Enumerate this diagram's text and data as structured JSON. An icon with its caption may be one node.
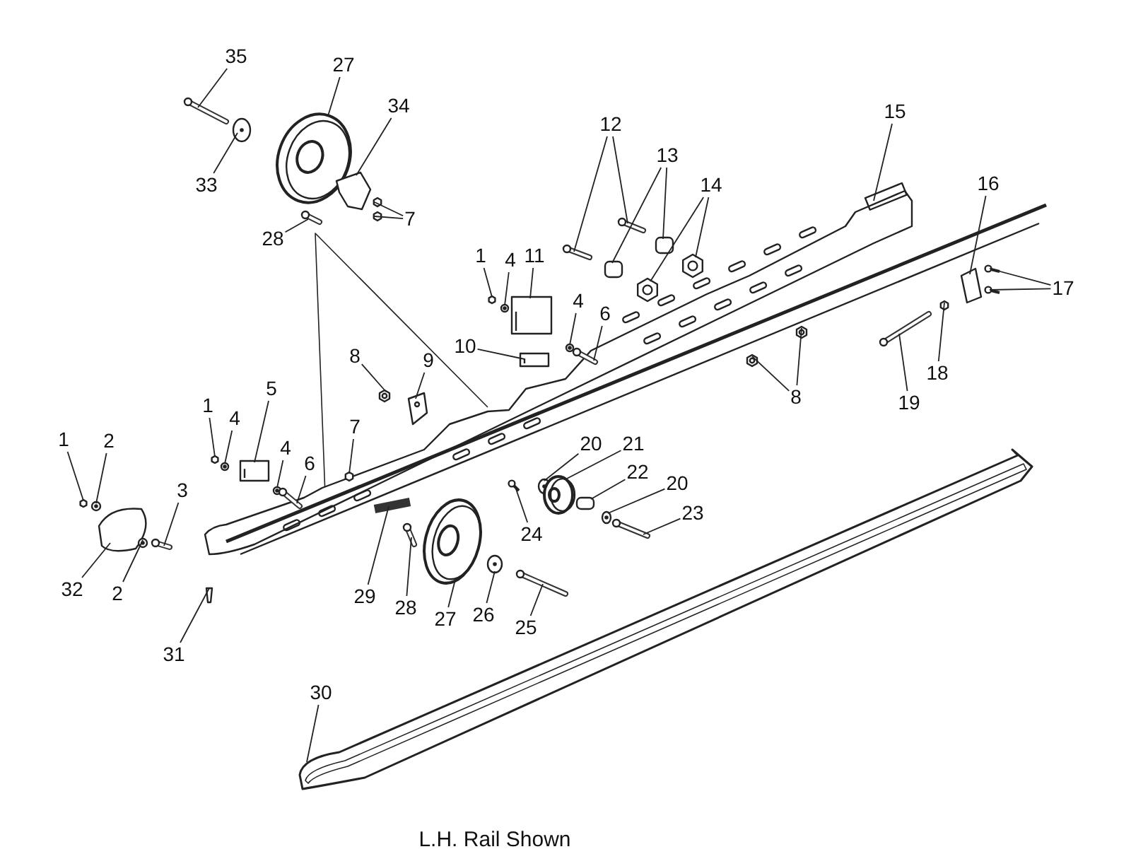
{
  "diagram": {
    "caption": "L.H. Rail Shown",
    "nodes": [
      {
        "text": [
          "35"
        ]
      },
      {
        "text": [
          "27"
        ]
      },
      {
        "text": [
          "34"
        ]
      },
      {
        "text": [
          "33"
        ]
      },
      {
        "text": [
          "28"
        ]
      },
      {
        "text": [
          "7"
        ]
      },
      {
        "text": [
          "12"
        ]
      },
      {
        "text": [
          "13"
        ]
      },
      {
        "text": [
          "14"
        ]
      },
      {
        "text": [
          "15"
        ]
      },
      {
        "text": [
          "16"
        ]
      },
      {
        "text": [
          "17"
        ]
      },
      {
        "text": [
          "1"
        ]
      },
      {
        "text": [
          "4"
        ]
      },
      {
        "text": [
          "11"
        ]
      },
      {
        "text": [
          "4"
        ]
      },
      {
        "text": [
          "6"
        ]
      },
      {
        "text": [
          "10"
        ]
      },
      {
        "text": [
          "8"
        ]
      },
      {
        "text": [
          "9"
        ]
      },
      {
        "text": [
          "8"
        ]
      },
      {
        "text": [
          "19"
        ]
      },
      {
        "text": [
          "18"
        ]
      },
      {
        "text": [
          "1"
        ]
      },
      {
        "text": [
          "4"
        ]
      },
      {
        "text": [
          "5"
        ]
      },
      {
        "text": [
          "4"
        ]
      },
      {
        "text": [
          "6"
        ]
      },
      {
        "text": [
          "7"
        ]
      },
      {
        "text": [
          "1"
        ]
      },
      {
        "text": [
          "2"
        ]
      },
      {
        "text": [
          "3"
        ]
      },
      {
        "text": [
          "32"
        ]
      },
      {
        "text": [
          "2"
        ]
      },
      {
        "text": [
          "31"
        ]
      },
      {
        "text": [
          "20"
        ]
      },
      {
        "text": [
          "21"
        ]
      },
      {
        "text": [
          "22"
        ]
      },
      {
        "text": [
          "20"
        ]
      },
      {
        "text": [
          "23"
        ]
      },
      {
        "text": [
          "24"
        ]
      },
      {
        "text": [
          "29"
        ]
      },
      {
        "text": [
          "28"
        ]
      },
      {
        "text": [
          "27"
        ]
      },
      {
        "text": [
          "26"
        ]
      },
      {
        "text": [
          "25"
        ]
      },
      {
        "text": [
          "30"
        ]
      },
      {
        "text": [],
        "shape": "bolt"
      },
      {
        "text": [],
        "shape": "wheel"
      },
      {
        "text": [],
        "shape": "bracket"
      },
      {
        "text": [],
        "shape": "washer"
      },
      {
        "text": [],
        "shape": "bolt"
      },
      {
        "text": [],
        "shape": "nut"
      },
      {
        "text": [],
        "shape": "nut"
      },
      {
        "text": [],
        "shape": "bolt"
      },
      {
        "text": [],
        "shape": "bolt"
      },
      {
        "text": [],
        "shape": "spacer"
      },
      {
        "text": [],
        "shape": "spacer"
      },
      {
        "text": [],
        "shape": "nut"
      },
      {
        "text": [],
        "shape": "nut"
      },
      {
        "text": [],
        "shape": "rail"
      },
      {
        "text": [],
        "shape": "bracket"
      },
      {
        "text": [],
        "shape": "screw"
      },
      {
        "text": [],
        "shape": "screw"
      },
      {
        "text": [],
        "shape": "nut"
      },
      {
        "text": [],
        "shape": "washer"
      },
      {
        "text": [],
        "shape": "block"
      },
      {
        "text": [],
        "shape": "washer"
      },
      {
        "text": [],
        "shape": "bolt"
      },
      {
        "text": [],
        "shape": "block"
      },
      {
        "text": [],
        "shape": "nut"
      },
      {
        "text": [],
        "shape": "plate"
      },
      {
        "text": [],
        "shape": "nut"
      },
      {
        "text": [],
        "shape": "nut"
      },
      {
        "text": [],
        "shape": "bolt"
      },
      {
        "text": [],
        "shape": "nut"
      },
      {
        "text": [],
        "shape": "nut"
      },
      {
        "text": [],
        "shape": "washer"
      },
      {
        "text": [],
        "shape": "block"
      },
      {
        "text": [],
        "shape": "washer"
      },
      {
        "text": [],
        "shape": "bolt"
      },
      {
        "text": [],
        "shape": "nut"
      },
      {
        "text": [],
        "shape": "nut"
      },
      {
        "text": [],
        "shape": "washer"
      },
      {
        "text": [],
        "shape": "bolt"
      },
      {
        "text": [],
        "shape": "bumper"
      },
      {
        "text": [],
        "shape": "washer"
      },
      {
        "text": [],
        "shape": "pin"
      },
      {
        "text": [],
        "shape": "washer"
      },
      {
        "text": [],
        "shape": "wheel"
      },
      {
        "text": [],
        "shape": "spacer"
      },
      {
        "text": [],
        "shape": "washer"
      },
      {
        "text": [],
        "shape": "bolt"
      },
      {
        "text": [],
        "shape": "screw"
      },
      {
        "text": [],
        "shape": "shaft"
      },
      {
        "text": [],
        "shape": "bolt"
      },
      {
        "text": [],
        "shape": "wheel"
      },
      {
        "text": [],
        "shape": "washer"
      },
      {
        "text": [],
        "shape": "bolt"
      },
      {
        "text": [],
        "shape": "strip"
      }
    ],
    "edges": [
      {
        "from": 0,
        "to": 47,
        "arrow": "none"
      },
      {
        "from": 1,
        "to": 48,
        "arrow": "none"
      },
      {
        "from": 2,
        "to": 49,
        "arrow": "none"
      },
      {
        "from": 3,
        "to": 50,
        "arrow": "none"
      },
      {
        "from": 4,
        "to": 51,
        "arrow": "none"
      },
      {
        "from": 5,
        "to": 52,
        "arrow": "none"
      },
      {
        "from": 5,
        "to": 53,
        "arrow": "none"
      },
      {
        "from": 6,
        "to": 54,
        "arrow": "none"
      },
      {
        "from": 6,
        "to": 55,
        "arrow": "none"
      },
      {
        "from": 7,
        "to": 56,
        "arrow": "none"
      },
      {
        "from": 7,
        "to": 57,
        "arrow": "none"
      },
      {
        "from": 8,
        "to": 58,
        "arrow": "none"
      },
      {
        "from": 8,
        "to": 59,
        "arrow": "none"
      },
      {
        "from": 9,
        "to": 60,
        "arrow": "none"
      },
      {
        "from": 10,
        "to": 61,
        "arrow": "none"
      },
      {
        "from": 11,
        "to": 62,
        "arrow": "none"
      },
      {
        "from": 11,
        "to": 63,
        "arrow": "none"
      },
      {
        "from": 12,
        "to": 64,
        "arrow": "none"
      },
      {
        "from": 13,
        "to": 65,
        "arrow": "none"
      },
      {
        "from": 14,
        "to": 66,
        "arrow": "none"
      },
      {
        "from": 15,
        "to": 67,
        "arrow": "none"
      },
      {
        "from": 16,
        "to": 68,
        "arrow": "none"
      },
      {
        "from": 17,
        "to": 69,
        "arrow": "none"
      },
      {
        "from": 18,
        "to": 70,
        "arrow": "none"
      },
      {
        "from": 19,
        "to": 71,
        "arrow": "none"
      },
      {
        "from": 20,
        "to": 72,
        "arrow": "none"
      },
      {
        "from": 20,
        "to": 73,
        "arrow": "none"
      },
      {
        "from": 21,
        "to": 74,
        "arrow": "none"
      },
      {
        "from": 22,
        "to": 75,
        "arrow": "none"
      },
      {
        "from": 23,
        "to": 76,
        "arrow": "none"
      },
      {
        "from": 24,
        "to": 77,
        "arrow": "none"
      },
      {
        "from": 25,
        "to": 78,
        "arrow": "none"
      },
      {
        "from": 26,
        "to": 79,
        "arrow": "none"
      },
      {
        "from": 27,
        "to": 80,
        "arrow": "none"
      },
      {
        "from": 28,
        "to": 81,
        "arrow": "none"
      },
      {
        "from": 29,
        "to": 82,
        "arrow": "none"
      },
      {
        "from": 30,
        "to": 83,
        "arrow": "none"
      },
      {
        "from": 31,
        "to": 84,
        "arrow": "none"
      },
      {
        "from": 32,
        "to": 85,
        "arrow": "none"
      },
      {
        "from": 33,
        "to": 86,
        "arrow": "none"
      },
      {
        "from": 34,
        "to": 87,
        "arrow": "none"
      },
      {
        "from": 35,
        "to": 88,
        "arrow": "none"
      },
      {
        "from": 36,
        "to": 89,
        "arrow": "none"
      },
      {
        "from": 37,
        "to": 90,
        "arrow": "none"
      },
      {
        "from": 38,
        "to": 91,
        "arrow": "none"
      },
      {
        "from": 39,
        "to": 92,
        "arrow": "none"
      },
      {
        "from": 40,
        "to": 93,
        "arrow": "none"
      },
      {
        "from": 41,
        "to": 94,
        "arrow": "none"
      },
      {
        "from": 42,
        "to": 95,
        "arrow": "none"
      },
      {
        "from": 43,
        "to": 96,
        "arrow": "none"
      },
      {
        "from": 44,
        "to": 97,
        "arrow": "none"
      },
      {
        "from": 45,
        "to": 98,
        "arrow": "none"
      },
      {
        "from": 46,
        "to": 99,
        "arrow": "none"
      }
    ]
  }
}
